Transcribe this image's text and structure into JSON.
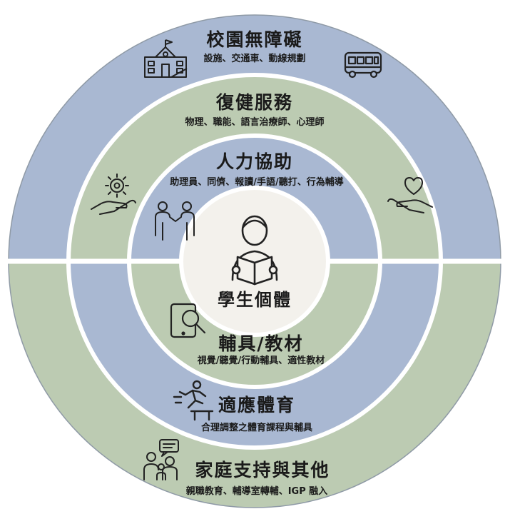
{
  "center": {
    "title": "學生個體",
    "icon": "student-reading-icon"
  },
  "upper": {
    "outer": {
      "title": "校園無障礙",
      "subtitle": "設施、交通車、動線規劃",
      "icons": [
        "school-building-icon",
        "bus-icon"
      ]
    },
    "middle": {
      "title": "復健服務",
      "subtitle": "物理、職能、語言治療師、心理師",
      "icons": [
        "gear-hand-icon",
        "heart-hand-icon"
      ]
    },
    "inner": {
      "title": "人力協助",
      "subtitle": "助理員、同儕、報讀/手語/聽打、行為輔導",
      "icons": [
        "people-helping-icon"
      ]
    }
  },
  "lower": {
    "inner": {
      "title": "輔具/教材",
      "subtitle": "視覺/聽覺/行動輔具、適性教材",
      "icons": [
        "tablet-magnifier-icon"
      ]
    },
    "middle": {
      "title": "適應體育",
      "subtitle": "合理調整之體育課程與輔具",
      "icons": [
        "runner-hurdle-icon"
      ]
    },
    "outer": {
      "title": "家庭支持與其他",
      "subtitle": "親職教育、輔導室轉輔、IGP 融入",
      "icons": [
        "family-chat-icon"
      ]
    }
  },
  "colors": {
    "blue": "#a9b8d2",
    "green": "#bccbb2",
    "center": "#f3f1ec",
    "line": "#ffffff"
  }
}
